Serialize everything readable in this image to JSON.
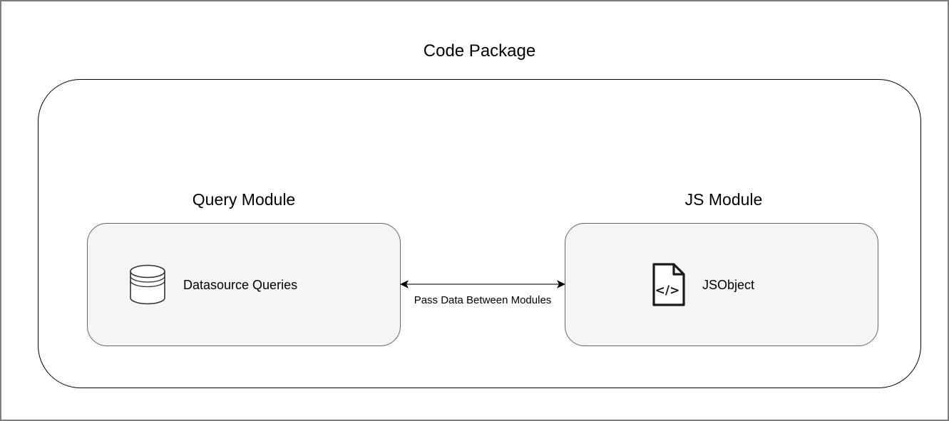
{
  "diagram": {
    "title": "Code Package",
    "container": {
      "name": "code-package"
    },
    "modules": [
      {
        "label": "Query Module",
        "node": {
          "label": "Datasource Queries",
          "icon": "database-icon"
        }
      },
      {
        "label": "JS Module",
        "node": {
          "label": "JSObject",
          "icon": "code-file-icon"
        }
      }
    ],
    "connector": {
      "label": "Pass Data Between Modules",
      "style": "double-headed-arrow"
    }
  },
  "icons": {
    "code_glyph": "</>"
  },
  "colors": {
    "background": "#ffffff",
    "window_border": "#7e7e7e",
    "container_border": "#000000",
    "node_fill": "#f5f5f5",
    "node_border": "#666666",
    "arrow": "#4d4d4d",
    "text": "#000000"
  }
}
